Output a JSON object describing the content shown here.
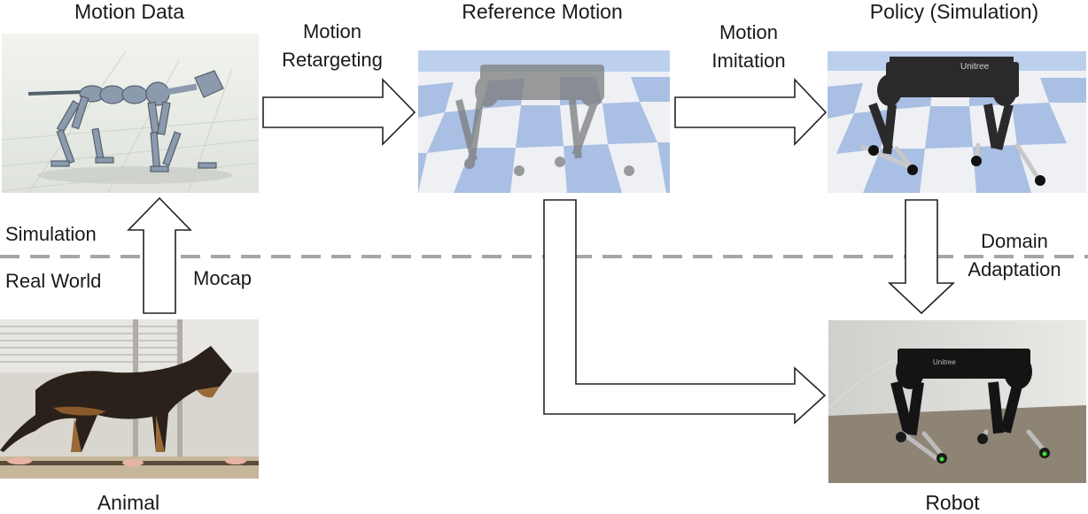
{
  "labels": {
    "motion_data": "Motion Data",
    "reference_motion": "Reference Motion",
    "policy_simulation": "Policy (Simulation)",
    "animal": "Animal",
    "robot": "Robot",
    "motion_retargeting_1": "Motion",
    "motion_retargeting_2": "Retargeting",
    "motion_imitation_1": "Motion",
    "motion_imitation_2": "Imitation",
    "domain_adaptation_1": "Domain",
    "domain_adaptation_2": "Adaptation",
    "simulation": "Simulation",
    "real_world": "Real World",
    "mocap": "Mocap"
  },
  "robot_brand": "Unitree",
  "colors": {
    "arrow_stroke": "#222222",
    "divider": "#a6a6a6",
    "checker_blue": "#a9bfe3",
    "checker_white": "#eef0f4",
    "sky": "#bcd0ee"
  }
}
